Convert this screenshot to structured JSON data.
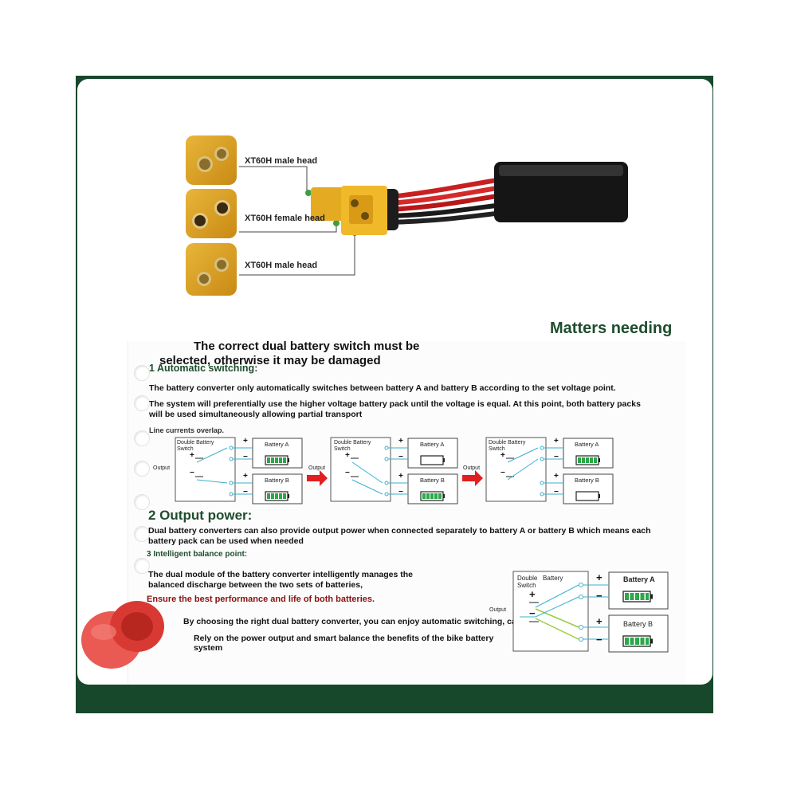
{
  "callouts": {
    "top": "XT60H male head",
    "middle": "XT60H female head",
    "bottom": "XT60H male head"
  },
  "notice": {
    "title_line1": "Matters needing",
    "title_line2": "attention",
    "warning_line1": "The correct dual battery switch must be",
    "warning_line2": "selected, otherwise it may be damaged"
  },
  "section1": {
    "heading": "1 Automatic switching:",
    "para1": "The battery converter only automatically switches between battery A and battery B according to the set voltage point.",
    "para2_line1": "The system will preferentially use the higher voltage battery pack until the voltage is equal. At this point, both battery packs",
    "para2_line2": "will be used simultaneously allowing partial transport",
    "caption": "Line currents overlap."
  },
  "diagram": {
    "switch_label_1": "Double",
    "switch_label_2": "Battery",
    "switch_label_3": "Switch",
    "output": "Output",
    "battery_a": "Battery A",
    "battery_b": "Battery B",
    "plus": "+",
    "minus": "−"
  },
  "section2": {
    "heading": "2 Output power:",
    "para_line1": "Dual battery converters can also provide output power when connected separately to battery A or battery B which means each",
    "para_line2": "battery pack can be used when needed"
  },
  "section3": {
    "heading": "3 Intelligent balance point:",
    "para_line1": "The dual module of the battery converter intelligently manages the",
    "para_line2": "balanced discharge between the two sets of batteries,",
    "highlight": "Ensure the best performance and life of both batteries.",
    "line3": "By choosing the right dual battery converter, you can enjoy automatic switching, can",
    "line4_1": "Rely on the power output and smart balance the benefits of the bike battery",
    "line4_2": "system"
  },
  "colors": {
    "frame_green": "#17482c",
    "title_green": "#1f4d2e",
    "battery_green": "#2ca84a",
    "arrow_red": "#e02020",
    "highlight_red": "#8b1010",
    "pin_red": "#e8473f"
  }
}
